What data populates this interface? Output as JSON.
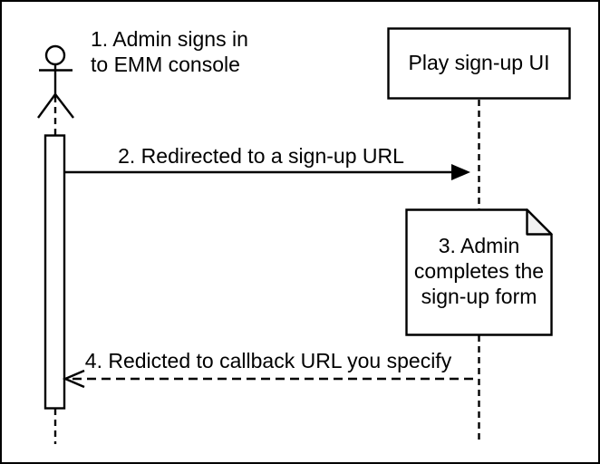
{
  "colors": {
    "stroke": "#000000",
    "background": "#ffffff",
    "note_fold": "#f2f2f2"
  },
  "actor": {
    "label_line1": "1. Admin signs in",
    "label_line2": "to EMM console"
  },
  "participant": {
    "label": "Play sign-up UI"
  },
  "messages": {
    "signup_url": {
      "label": "2. Redirected to a sign-up URL"
    },
    "callback": {
      "label": "4. Redicted to callback URL you specify"
    }
  },
  "note": {
    "line1": "3. Admin",
    "line2": "completes the",
    "line3": "sign-up form"
  }
}
